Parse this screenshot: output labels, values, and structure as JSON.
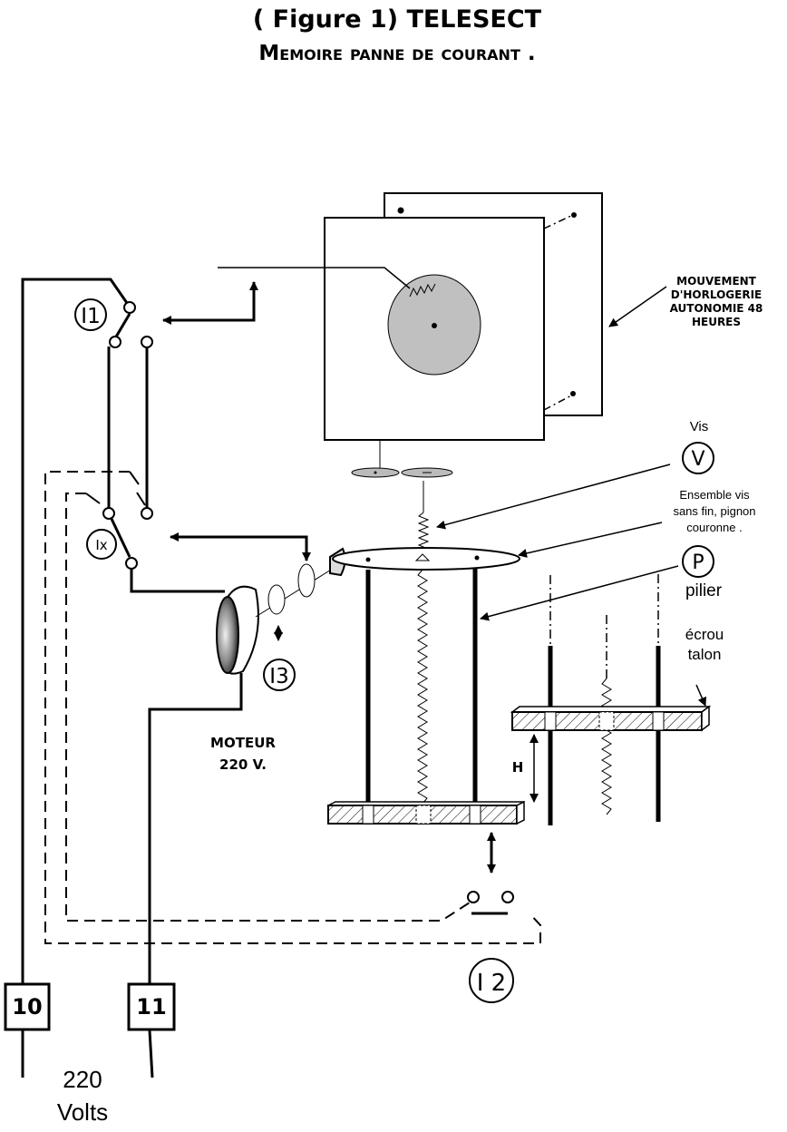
{
  "title": {
    "line1": "( Figure 1) TELESECT",
    "line2": "Memoire panne de courant ."
  },
  "labels": {
    "movement": [
      "MOUVEMENT",
      "D'HORLOGERIE",
      "AUTONOMIE 48",
      "HEURES"
    ],
    "vis": "Vis",
    "ensemble": [
      "Ensemble vis",
      "sans fin, pignon",
      "couronne ."
    ],
    "pilier": "pilier",
    "ecrou": "écrou",
    "talon": "talon",
    "height": "H",
    "motor": [
      "MOTEUR",
      "220 V."
    ],
    "voltage": [
      "220",
      "Volts"
    ]
  },
  "markers": {
    "i1": "I1",
    "ix": "Ix",
    "i3": "I3",
    "i2": "I 2",
    "v": "V",
    "p": "P"
  },
  "terminals": {
    "t10": "10",
    "t11": "11"
  },
  "colors": {
    "ink": "#000000",
    "dial": "#c0c0c0",
    "hatch_fill": "#ffffff"
  }
}
